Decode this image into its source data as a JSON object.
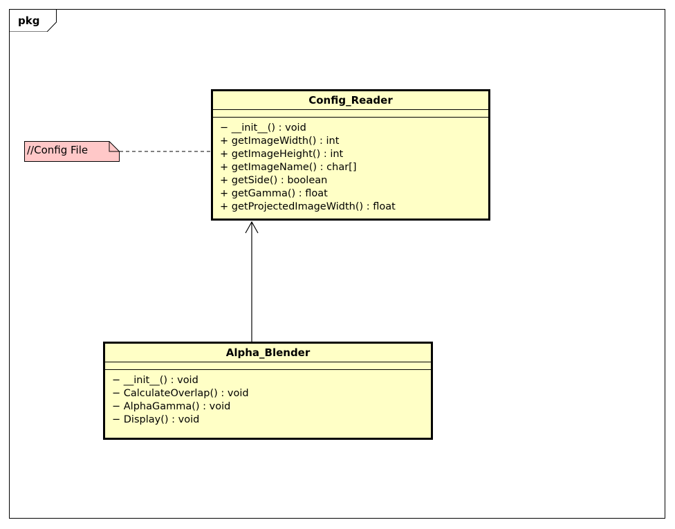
{
  "frame": {
    "label": "pkg"
  },
  "classes": {
    "config_reader": {
      "name": "Config_Reader",
      "operations": [
        "− __init__() : void",
        "+ getImageWidth() : int",
        "+ getImageHeight() : int",
        "+ getImageName() : char[]",
        "+ getSide() : boolean",
        "+ getGamma() : float",
        "+ getProjectedImageWidth() : float"
      ]
    },
    "alpha_blender": {
      "name": "Alpha_Blender",
      "operations": [
        "− __init__() : void",
        "− CalculateOverlap() : void",
        "− AlphaGamma() : void",
        "− Display() : void"
      ]
    }
  },
  "note": {
    "text": "//Config File"
  },
  "relationships": [
    {
      "type": "dependency",
      "from": "Alpha_Blender",
      "to": "Config_Reader"
    },
    {
      "type": "note-anchor",
      "from": "//Config File",
      "to": "Config_Reader"
    }
  ],
  "colors": {
    "class_fill": "#ffffc6",
    "note_fill": "#ffc8c8",
    "line": "#000000"
  }
}
